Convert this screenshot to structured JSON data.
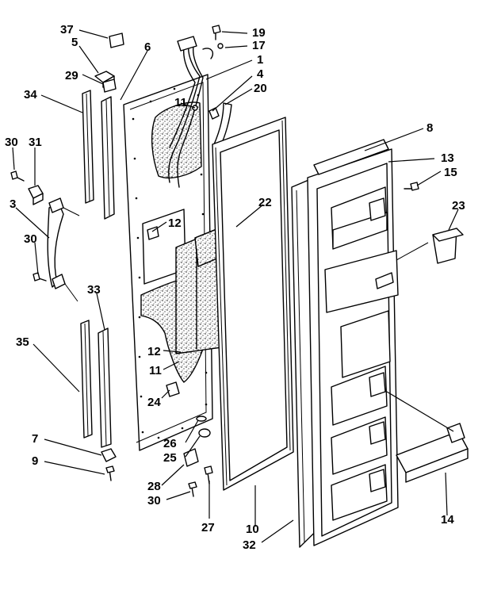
{
  "callouts": [
    {
      "id": "c37",
      "text": "37"
    },
    {
      "id": "c5",
      "text": "5"
    },
    {
      "id": "c29",
      "text": "29"
    },
    {
      "id": "c6",
      "text": "6"
    },
    {
      "id": "c19",
      "text": "19"
    },
    {
      "id": "c17",
      "text": "17"
    },
    {
      "id": "c1",
      "text": "1"
    },
    {
      "id": "c4",
      "text": "4"
    },
    {
      "id": "c20",
      "text": "20"
    },
    {
      "id": "c11a",
      "text": "11"
    },
    {
      "id": "c34",
      "text": "34"
    },
    {
      "id": "c8",
      "text": "8"
    },
    {
      "id": "c30a",
      "text": "30"
    },
    {
      "id": "c31",
      "text": "31"
    },
    {
      "id": "c13",
      "text": "13"
    },
    {
      "id": "c15",
      "text": "15"
    },
    {
      "id": "c3",
      "text": "3"
    },
    {
      "id": "c22",
      "text": "22"
    },
    {
      "id": "c23",
      "text": "23"
    },
    {
      "id": "c12a",
      "text": "12"
    },
    {
      "id": "c30b",
      "text": "30"
    },
    {
      "id": "c33",
      "text": "33"
    },
    {
      "id": "c35",
      "text": "35"
    },
    {
      "id": "c12b",
      "text": "12"
    },
    {
      "id": "c11b",
      "text": "11"
    },
    {
      "id": "c24",
      "text": "24"
    },
    {
      "id": "c26",
      "text": "26"
    },
    {
      "id": "c7",
      "text": "7"
    },
    {
      "id": "c25",
      "text": "25"
    },
    {
      "id": "c9",
      "text": "9"
    },
    {
      "id": "c28",
      "text": "28"
    },
    {
      "id": "c30c",
      "text": "30"
    },
    {
      "id": "c27",
      "text": "27"
    },
    {
      "id": "c10",
      "text": "10"
    },
    {
      "id": "c32",
      "text": "32"
    },
    {
      "id": "c14",
      "text": "14"
    }
  ]
}
